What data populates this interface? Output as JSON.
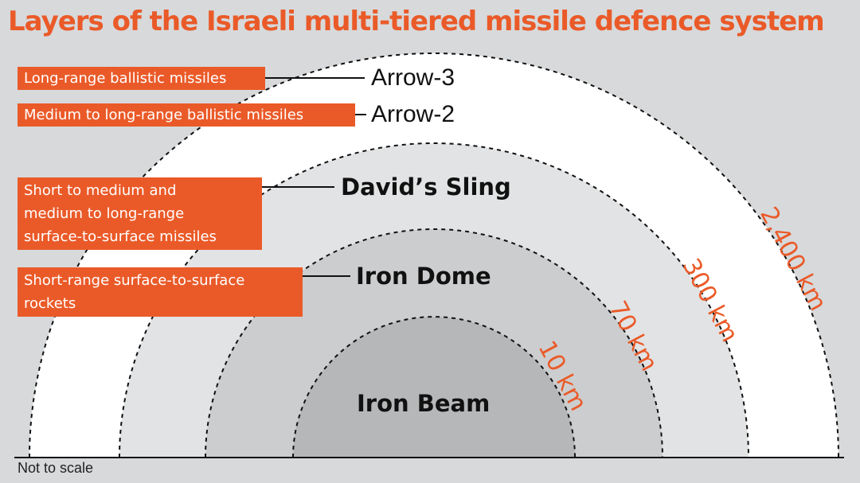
{
  "title": "Layers of the Israeli multi-tiered missile defence system",
  "footnote": "Not to scale",
  "colors": {
    "accent": "#ea5a28",
    "background": "#d7d9db",
    "outer_layer": "#ffffff",
    "layer_300": "#e2e3e4",
    "layer_70": "#cccdce",
    "layer_10": "#b6b7b9"
  },
  "layers": [
    {
      "system": "Arrow-3",
      "range": "2,400 km",
      "threat": "Long-range ballistic missiles"
    },
    {
      "system": "Arrow-2",
      "range": "",
      "threat": "Medium to long-range ballistic missiles"
    },
    {
      "system": "David’s Sling",
      "range": "300 km",
      "threat": "Short to medium and\nmedium to long-range\nsurface-to-surface missiles"
    },
    {
      "system": "Iron Dome",
      "range": "70 km",
      "threat": "Short-range surface-to-surface\nrockets"
    },
    {
      "system": "Iron Beam",
      "range": "10 km",
      "threat": ""
    }
  ]
}
